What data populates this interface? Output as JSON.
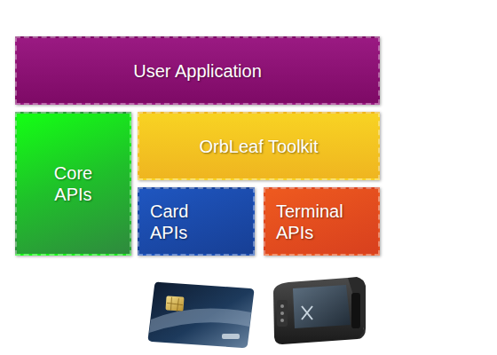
{
  "diagram": {
    "nodes": [
      {
        "text": [
          "User Application"
        ]
      },
      {
        "text": [
          "Core APIs"
        ]
      },
      {
        "text": [
          "OrbLeaf Toolkit"
        ]
      },
      {
        "text": [
          "Card APIs"
        ]
      },
      {
        "text": [
          "Terminal APIs"
        ]
      }
    ]
  }
}
